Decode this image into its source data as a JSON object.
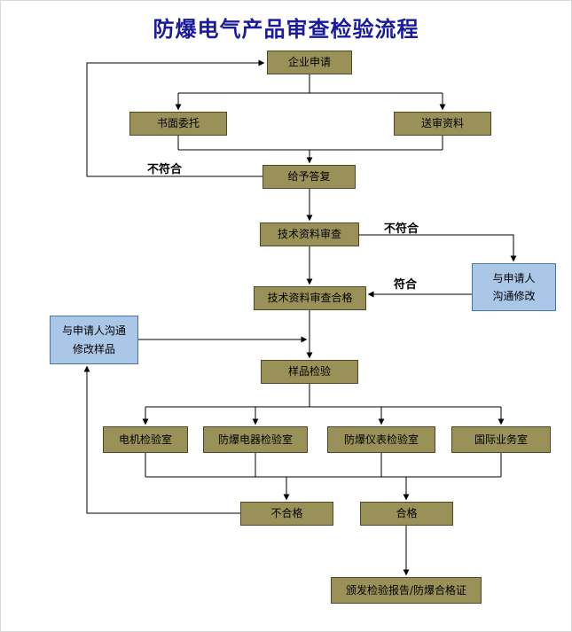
{
  "title": "防爆电气产品审查检验流程",
  "nodes": {
    "enterprise_application": {
      "label": "企业申请"
    },
    "written_commission": {
      "label": "书面委托"
    },
    "submission_materials": {
      "label": "送审资料"
    },
    "give_reply": {
      "label": "给予答复"
    },
    "technical_review": {
      "label": "技术资料审查"
    },
    "communicate_modify": {
      "label": "与申请人\n沟通修改"
    },
    "technical_review_pass": {
      "label": "技术资料审查合格"
    },
    "communicate_modify_sample": {
      "label": "与申请人沟通\n修改样品"
    },
    "sample_inspection": {
      "label": "样品检验"
    },
    "motor_lab": {
      "label": "电机检验室"
    },
    "explosion_proof_electric_lab": {
      "label": "防爆电器检验室"
    },
    "explosion_proof_instrument_lab": {
      "label": "防爆仪表检验室"
    },
    "international_business": {
      "label": "国际业务室"
    },
    "unqualified": {
      "label": "不合格"
    },
    "qualified": {
      "label": "合格"
    },
    "issue_certificate": {
      "label": "颁发检验报告/防爆合格证"
    }
  },
  "edge_labels": {
    "non_conforming_reply": "不符合",
    "non_conforming_review": "不符合",
    "conforming": "符合"
  },
  "colors": {
    "box_fill": "#9a9158",
    "box_border": "#4f4a26",
    "blue_fill": "#aac7e8",
    "blue_border": "#4a76a8",
    "title_color": "#1a1a9c"
  }
}
